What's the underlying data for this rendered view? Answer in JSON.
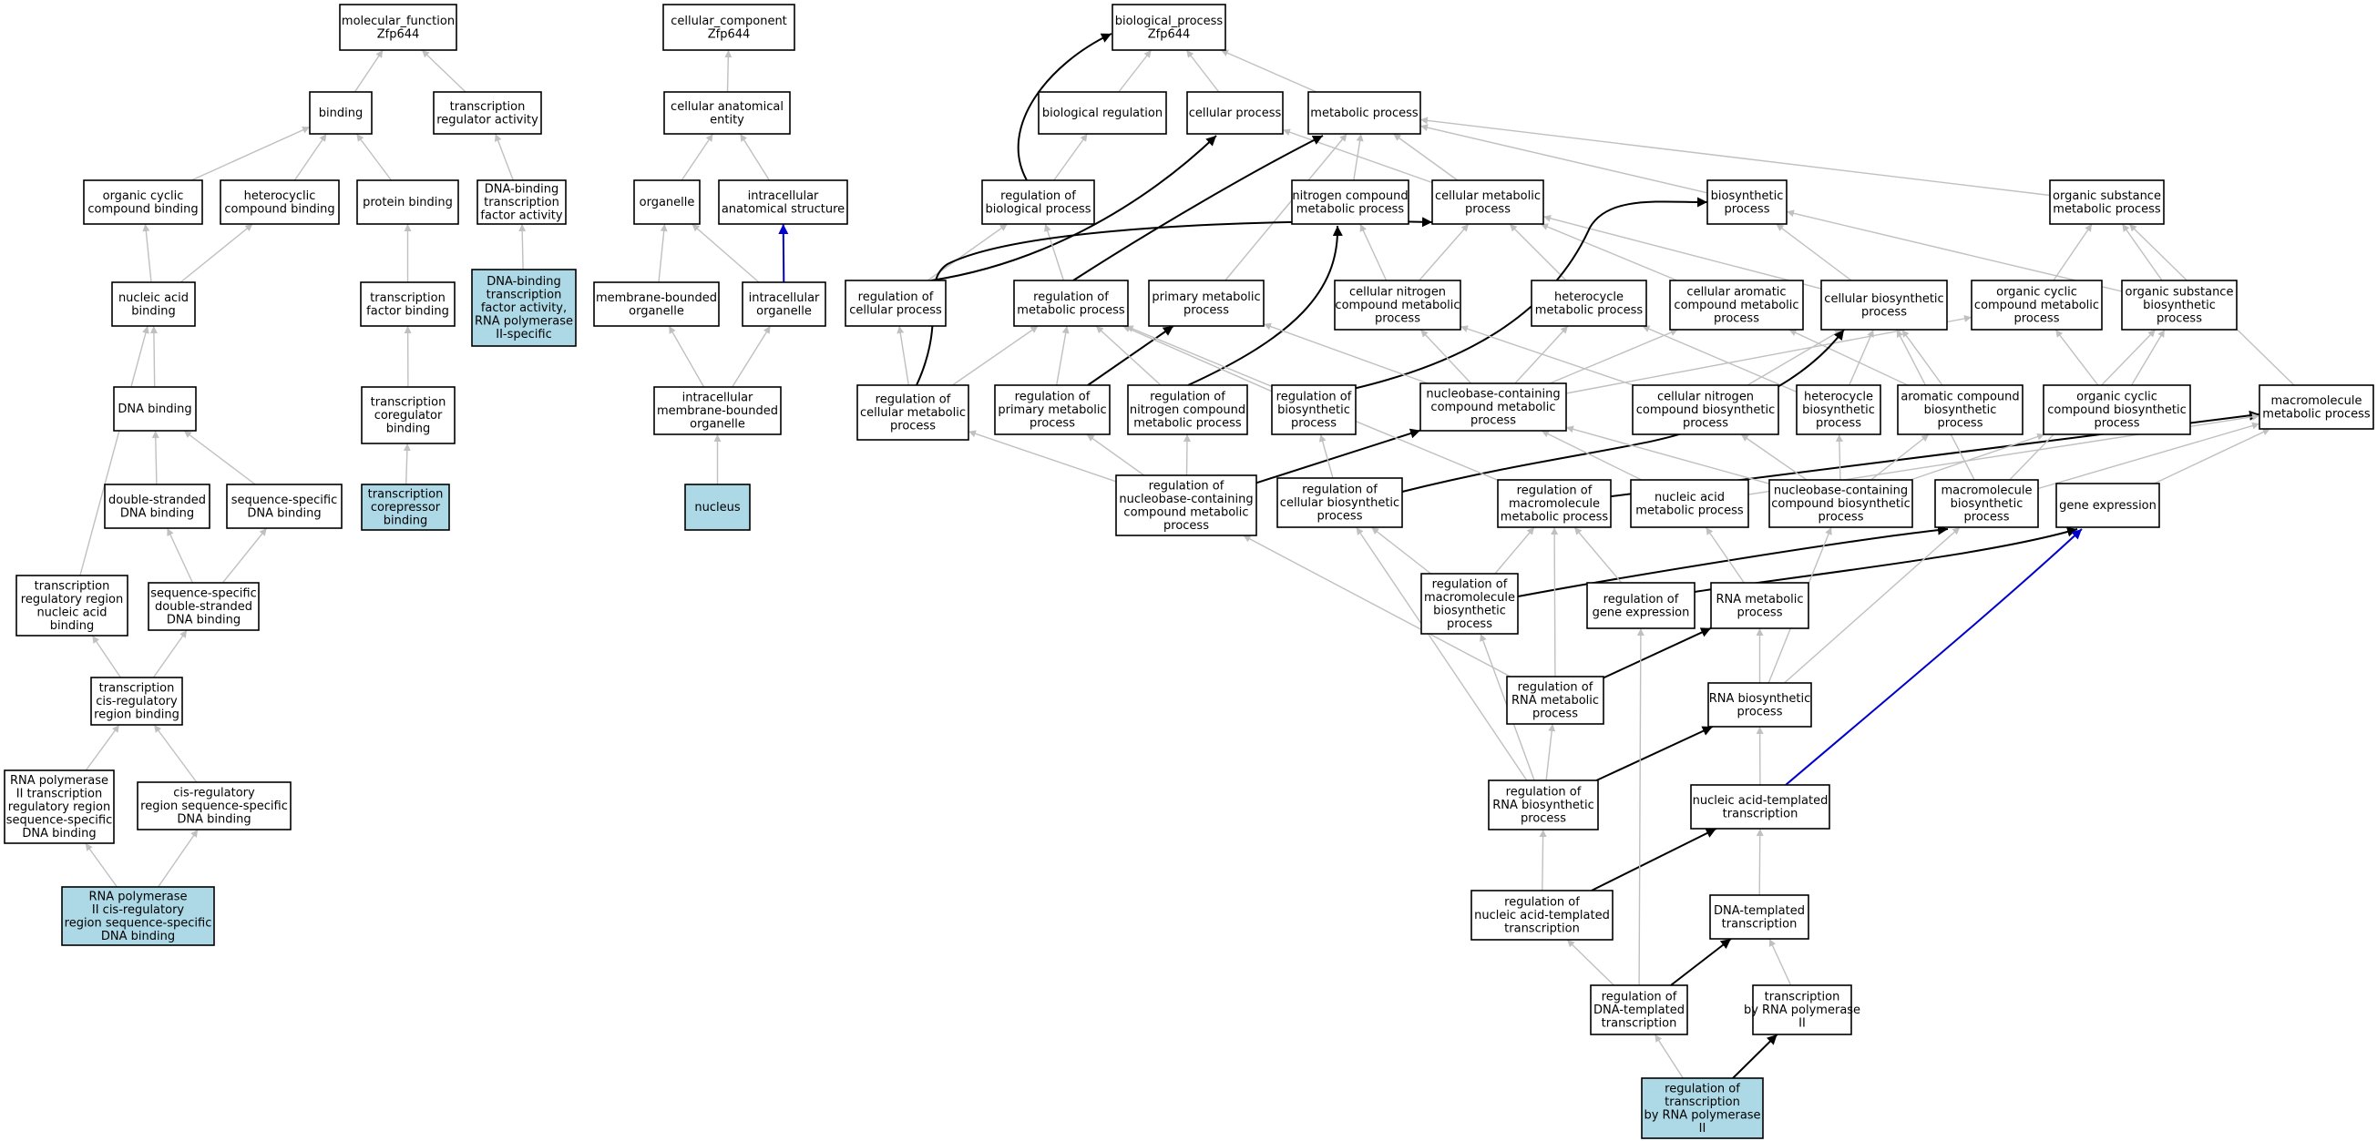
{
  "colors": {
    "plain": "#ffffff",
    "highlight": "#add8e6",
    "edge_gray": "#c0c0c0",
    "edge_black": "#000000",
    "edge_blue": "#0000cd"
  },
  "nodes": [
    {
      "id": "mf",
      "lines": [
        "molecular_function",
        "Zfp644"
      ]
    },
    {
      "id": "binding",
      "lines": [
        "binding"
      ]
    },
    {
      "id": "tra",
      "lines": [
        "transcription",
        "regulator activity"
      ]
    },
    {
      "id": "ocb",
      "lines": [
        "organic cyclic",
        "compound binding"
      ]
    },
    {
      "id": "hcb",
      "lines": [
        "heterocyclic",
        "compound binding"
      ]
    },
    {
      "id": "pb",
      "lines": [
        "protein binding"
      ]
    },
    {
      "id": "dbtfa",
      "lines": [
        "DNA-binding",
        "transcription",
        "factor activity"
      ]
    },
    {
      "id": "dbtfa2",
      "lines": [
        "DNA-binding",
        "transcription",
        "factor activity,",
        "RNA polymerase",
        "II-specific"
      ],
      "hl": true
    },
    {
      "id": "nab",
      "lines": [
        "nucleic acid",
        "binding"
      ]
    },
    {
      "id": "tfb",
      "lines": [
        "transcription",
        "factor binding"
      ]
    },
    {
      "id": "dnab",
      "lines": [
        "DNA binding"
      ]
    },
    {
      "id": "tcb",
      "lines": [
        "transcription",
        "coregulator",
        "binding"
      ]
    },
    {
      "id": "dsdb",
      "lines": [
        "double-stranded",
        "DNA binding"
      ]
    },
    {
      "id": "ssdb",
      "lines": [
        "sequence-specific",
        "DNA binding"
      ]
    },
    {
      "id": "tcrb",
      "lines": [
        "transcription",
        "corepressor",
        "binding"
      ],
      "hl": true
    },
    {
      "id": "trrnab",
      "lines": [
        "transcription",
        "regulatory region",
        "nucleic acid",
        "binding"
      ]
    },
    {
      "id": "ssdsdb",
      "lines": [
        "sequence-specific",
        "double-stranded",
        "DNA binding"
      ]
    },
    {
      "id": "tcrrb",
      "lines": [
        "transcription",
        "cis-regulatory",
        "region binding"
      ]
    },
    {
      "id": "rp2trr",
      "lines": [
        "RNA polymerase",
        "II transcription",
        "regulatory region",
        "sequence-specific",
        "DNA binding"
      ]
    },
    {
      "id": "crrssdb",
      "lines": [
        "cis-regulatory",
        "region sequence-specific",
        "DNA binding"
      ]
    },
    {
      "id": "rp2crr",
      "lines": [
        "RNA polymerase",
        "II cis-regulatory",
        "region sequence-specific",
        "DNA binding"
      ],
      "hl": true
    },
    {
      "id": "cc",
      "lines": [
        "cellular_component",
        "Zfp644"
      ]
    },
    {
      "id": "cae",
      "lines": [
        "cellular anatomical",
        "entity"
      ]
    },
    {
      "id": "org",
      "lines": [
        "organelle"
      ]
    },
    {
      "id": "ias",
      "lines": [
        "intracellular",
        "anatomical structure"
      ]
    },
    {
      "id": "mbo",
      "lines": [
        "membrane-bounded",
        "organelle"
      ]
    },
    {
      "id": "io",
      "lines": [
        "intracellular",
        "organelle"
      ]
    },
    {
      "id": "imbo",
      "lines": [
        "intracellular",
        "membrane-bounded",
        "organelle"
      ]
    },
    {
      "id": "nucleus",
      "lines": [
        "nucleus"
      ],
      "hl": true
    },
    {
      "id": "bp",
      "lines": [
        "biological_process",
        "Zfp644"
      ]
    },
    {
      "id": "breg",
      "lines": [
        "biological regulation"
      ]
    },
    {
      "id": "cp",
      "lines": [
        "cellular process"
      ]
    },
    {
      "id": "mp",
      "lines": [
        "metabolic process"
      ]
    },
    {
      "id": "rbp",
      "lines": [
        "regulation of",
        "biological process"
      ]
    },
    {
      "id": "ncmp",
      "lines": [
        "nitrogen compound",
        "metabolic process"
      ]
    },
    {
      "id": "cmp",
      "lines": [
        "cellular metabolic",
        "process"
      ]
    },
    {
      "id": "bsp",
      "lines": [
        "biosynthetic",
        "process"
      ]
    },
    {
      "id": "osmp",
      "lines": [
        "organic substance",
        "metabolic process"
      ]
    },
    {
      "id": "rcp",
      "lines": [
        "regulation of",
        "cellular process"
      ]
    },
    {
      "id": "rmp",
      "lines": [
        "regulation of",
        "metabolic process"
      ]
    },
    {
      "id": "pmp",
      "lines": [
        "primary metabolic",
        "process"
      ]
    },
    {
      "id": "cncmp",
      "lines": [
        "cellular nitrogen",
        "compound metabolic",
        "process"
      ]
    },
    {
      "id": "hmp",
      "lines": [
        "heterocycle",
        "metabolic process"
      ]
    },
    {
      "id": "cacmp",
      "lines": [
        "cellular aromatic",
        "compound metabolic",
        "process"
      ]
    },
    {
      "id": "cbp",
      "lines": [
        "cellular biosynthetic",
        "process"
      ]
    },
    {
      "id": "occmp",
      "lines": [
        "organic cyclic",
        "compound metabolic",
        "process"
      ]
    },
    {
      "id": "osbp",
      "lines": [
        "organic substance",
        "biosynthetic",
        "process"
      ]
    },
    {
      "id": "rcmp",
      "lines": [
        "regulation of",
        "cellular metabolic",
        "process"
      ]
    },
    {
      "id": "rpmp",
      "lines": [
        "regulation of",
        "primary metabolic",
        "process"
      ]
    },
    {
      "id": "rncmp",
      "lines": [
        "regulation of",
        "nitrogen compound",
        "metabolic process"
      ]
    },
    {
      "id": "rbsp",
      "lines": [
        "regulation of",
        "biosynthetic",
        "process"
      ]
    },
    {
      "id": "nbccmp",
      "lines": [
        "nucleobase-containing",
        "compound metabolic",
        "process"
      ]
    },
    {
      "id": "cncbp",
      "lines": [
        "cellular nitrogen",
        "compound biosynthetic",
        "process"
      ]
    },
    {
      "id": "hbp",
      "lines": [
        "heterocycle",
        "biosynthetic",
        "process"
      ]
    },
    {
      "id": "acbp",
      "lines": [
        "aromatic compound",
        "biosynthetic",
        "process"
      ]
    },
    {
      "id": "occbp",
      "lines": [
        "organic cyclic",
        "compound biosynthetic",
        "process"
      ]
    },
    {
      "id": "mmp",
      "lines": [
        "macromolecule",
        "metabolic process"
      ]
    },
    {
      "id": "rnbccmp",
      "lines": [
        "regulation of",
        "nucleobase-containing",
        "compound metabolic",
        "process"
      ]
    },
    {
      "id": "rcbp",
      "lines": [
        "regulation of",
        "cellular biosynthetic",
        "process"
      ]
    },
    {
      "id": "rmmp",
      "lines": [
        "regulation of",
        "macromolecule",
        "metabolic process"
      ]
    },
    {
      "id": "namp",
      "lines": [
        "nucleic acid",
        "metabolic process"
      ]
    },
    {
      "id": "nbccbp",
      "lines": [
        "nucleobase-containing",
        "compound biosynthetic",
        "process"
      ]
    },
    {
      "id": "mbp",
      "lines": [
        "macromolecule",
        "biosynthetic",
        "process"
      ]
    },
    {
      "id": "ge",
      "lines": [
        "gene expression"
      ]
    },
    {
      "id": "rmbp",
      "lines": [
        "regulation of",
        "macromolecule",
        "biosynthetic",
        "process"
      ]
    },
    {
      "id": "rge",
      "lines": [
        "regulation of",
        "gene expression"
      ]
    },
    {
      "id": "rnamp",
      "lines": [
        "RNA metabolic",
        "process"
      ]
    },
    {
      "id": "rrnamp",
      "lines": [
        "regulation of",
        "RNA metabolic",
        "process"
      ]
    },
    {
      "id": "rnabp",
      "lines": [
        "RNA biosynthetic",
        "process"
      ]
    },
    {
      "id": "rrnabp",
      "lines": [
        "regulation of",
        "RNA biosynthetic",
        "process"
      ]
    },
    {
      "id": "natt",
      "lines": [
        "nucleic acid-templated",
        "transcription"
      ]
    },
    {
      "id": "rnatt",
      "lines": [
        "regulation of",
        "nucleic acid-templated",
        "transcription"
      ]
    },
    {
      "id": "dtt",
      "lines": [
        "DNA-templated",
        "transcription"
      ]
    },
    {
      "id": "rdtt",
      "lines": [
        "regulation of",
        "DNA-templated",
        "transcription"
      ]
    },
    {
      "id": "trp2",
      "lines": [
        "transcription",
        "by RNA polymerase",
        "II"
      ]
    },
    {
      "id": "rtrp2",
      "lines": [
        "regulation of",
        "transcription",
        "by RNA polymerase",
        "II"
      ],
      "hl": true
    }
  ],
  "edges": [
    [
      "binding",
      "mf",
      "g"
    ],
    [
      "tra",
      "mf",
      "g"
    ],
    [
      "ocb",
      "binding",
      "g"
    ],
    [
      "hcb",
      "binding",
      "g"
    ],
    [
      "pb",
      "binding",
      "g"
    ],
    [
      "dbtfa",
      "tra",
      "g"
    ],
    [
      "dbtfa2",
      "dbtfa",
      "g"
    ],
    [
      "nab",
      "ocb",
      "g"
    ],
    [
      "nab",
      "hcb",
      "g"
    ],
    [
      "tfb",
      "pb",
      "g"
    ],
    [
      "dnab",
      "nab",
      "g"
    ],
    [
      "tcb",
      "tfb",
      "g"
    ],
    [
      "dsdb",
      "dnab",
      "g"
    ],
    [
      "ssdb",
      "dnab",
      "g"
    ],
    [
      "tcrb",
      "tcb",
      "g"
    ],
    [
      "trrnab",
      "nab",
      "g"
    ],
    [
      "ssdsdb",
      "dsdb",
      "g"
    ],
    [
      "ssdsdb",
      "ssdb",
      "g"
    ],
    [
      "tcrrb",
      "trrnab",
      "g"
    ],
    [
      "tcrrb",
      "ssdsdb",
      "g"
    ],
    [
      "rp2trr",
      "tcrrb",
      "g"
    ],
    [
      "crrssdb",
      "tcrrb",
      "g"
    ],
    [
      "rp2crr",
      "rp2trr",
      "g"
    ],
    [
      "rp2crr",
      "crrssdb",
      "g"
    ],
    [
      "cae",
      "cc",
      "g"
    ],
    [
      "org",
      "cae",
      "g"
    ],
    [
      "ias",
      "cae",
      "g"
    ],
    [
      "mbo",
      "org",
      "g"
    ],
    [
      "io",
      "org",
      "g"
    ],
    [
      "io",
      "ias",
      "u"
    ],
    [
      "imbo",
      "mbo",
      "g"
    ],
    [
      "imbo",
      "io",
      "g"
    ],
    [
      "nucleus",
      "imbo",
      "g"
    ],
    [
      "breg",
      "bp",
      "g"
    ],
    [
      "cp",
      "bp",
      "g"
    ],
    [
      "mp",
      "bp",
      "g"
    ],
    [
      "rbp",
      "breg",
      "g"
    ],
    [
      "rbp",
      "bp",
      "b"
    ],
    [
      "ncmp",
      "mp",
      "g"
    ],
    [
      "cmp",
      "mp",
      "g"
    ],
    [
      "cmp",
      "cp",
      "g"
    ],
    [
      "bsp",
      "mp",
      "g"
    ],
    [
      "osmp",
      "mp",
      "g"
    ],
    [
      "rcp",
      "rbp",
      "g"
    ],
    [
      "rcp",
      "cp",
      "b"
    ],
    [
      "rmp",
      "rbp",
      "g"
    ],
    [
      "rmp",
      "mp",
      "b"
    ],
    [
      "pmp",
      "mp",
      "g"
    ],
    [
      "cncmp",
      "ncmp",
      "g"
    ],
    [
      "cncmp",
      "cmp",
      "g"
    ],
    [
      "hmp",
      "cmp",
      "g"
    ],
    [
      "cacmp",
      "cmp",
      "g"
    ],
    [
      "cbp",
      "cmp",
      "g"
    ],
    [
      "cbp",
      "bsp",
      "g"
    ],
    [
      "occmp",
      "osmp",
      "g"
    ],
    [
      "osbp",
      "osmp",
      "g"
    ],
    [
      "osbp",
      "bsp",
      "g"
    ],
    [
      "rcmp",
      "rcp",
      "g"
    ],
    [
      "rcmp",
      "rmp",
      "g"
    ],
    [
      "rcmp",
      "cmp",
      "b"
    ],
    [
      "rpmp",
      "rmp",
      "g"
    ],
    [
      "rpmp",
      "pmp",
      "b"
    ],
    [
      "rncmp",
      "rmp",
      "g"
    ],
    [
      "rncmp",
      "ncmp",
      "b"
    ],
    [
      "rbsp",
      "rmp",
      "g"
    ],
    [
      "rbsp",
      "bsp",
      "b"
    ],
    [
      "nbccmp",
      "cncmp",
      "g"
    ],
    [
      "nbccmp",
      "hmp",
      "g"
    ],
    [
      "nbccmp",
      "cacmp",
      "g"
    ],
    [
      "nbccmp",
      "occmp",
      "g"
    ],
    [
      "nbccmp",
      "pmp",
      "g"
    ],
    [
      "cncbp",
      "cncmp",
      "g"
    ],
    [
      "cncbp",
      "cbp",
      "g"
    ],
    [
      "hbp",
      "hmp",
      "g"
    ],
    [
      "hbp",
      "cbp",
      "g"
    ],
    [
      "acbp",
      "cacmp",
      "g"
    ],
    [
      "acbp",
      "cbp",
      "g"
    ],
    [
      "occbp",
      "occmp",
      "g"
    ],
    [
      "occbp",
      "osbp",
      "g"
    ],
    [
      "mmp",
      "osmp",
      "g"
    ],
    [
      "rnbccmp",
      "rcmp",
      "g"
    ],
    [
      "rnbccmp",
      "rpmp",
      "g"
    ],
    [
      "rnbccmp",
      "rncmp",
      "g"
    ],
    [
      "rnbccmp",
      "nbccmp",
      "b"
    ],
    [
      "rcbp",
      "rbsp",
      "g"
    ],
    [
      "rcbp",
      "cbp",
      "b"
    ],
    [
      "rmmp",
      "rmp",
      "g"
    ],
    [
      "rmmp",
      "mmp",
      "b"
    ],
    [
      "namp",
      "nbccmp",
      "g"
    ],
    [
      "namp",
      "mmp",
      "g"
    ],
    [
      "nbccbp",
      "nbccmp",
      "g"
    ],
    [
      "nbccbp",
      "hbp",
      "g"
    ],
    [
      "nbccbp",
      "acbp",
      "g"
    ],
    [
      "nbccbp",
      "occbp",
      "g"
    ],
    [
      "nbccbp",
      "cncbp",
      "g"
    ],
    [
      "mbp",
      "mmp",
      "g"
    ],
    [
      "mbp",
      "osbp",
      "g"
    ],
    [
      "mbp",
      "cbp",
      "g"
    ],
    [
      "ge",
      "mmp",
      "g"
    ],
    [
      "rmbp",
      "rmmp",
      "g"
    ],
    [
      "rmbp",
      "rcbp",
      "g"
    ],
    [
      "rmbp",
      "mbp",
      "b"
    ],
    [
      "rge",
      "rmmp",
      "g"
    ],
    [
      "rge",
      "ge",
      "b"
    ],
    [
      "rnamp",
      "namp",
      "g"
    ],
    [
      "rrnamp",
      "rnbccmp",
      "g"
    ],
    [
      "rrnamp",
      "rmmp",
      "g"
    ],
    [
      "rrnamp",
      "rnamp",
      "b"
    ],
    [
      "rnabp",
      "rnamp",
      "g"
    ],
    [
      "rnabp",
      "nbccbp",
      "g"
    ],
    [
      "rnabp",
      "mbp",
      "g"
    ],
    [
      "rrnabp",
      "rrnamp",
      "g"
    ],
    [
      "rrnabp",
      "rmbp",
      "g"
    ],
    [
      "rrnabp",
      "rcbp",
      "g"
    ],
    [
      "rrnabp",
      "rnabp",
      "b"
    ],
    [
      "natt",
      "rnabp",
      "g"
    ],
    [
      "natt",
      "ge",
      "u"
    ],
    [
      "rnatt",
      "rrnabp",
      "g"
    ],
    [
      "rnatt",
      "natt",
      "b"
    ],
    [
      "dtt",
      "natt",
      "g"
    ],
    [
      "rdtt",
      "rnatt",
      "g"
    ],
    [
      "rdtt",
      "rge",
      "g"
    ],
    [
      "rdtt",
      "dtt",
      "b"
    ],
    [
      "trp2",
      "dtt",
      "g"
    ],
    [
      "rtrp2",
      "rdtt",
      "g"
    ],
    [
      "rtrp2",
      "trp2",
      "b"
    ]
  ]
}
